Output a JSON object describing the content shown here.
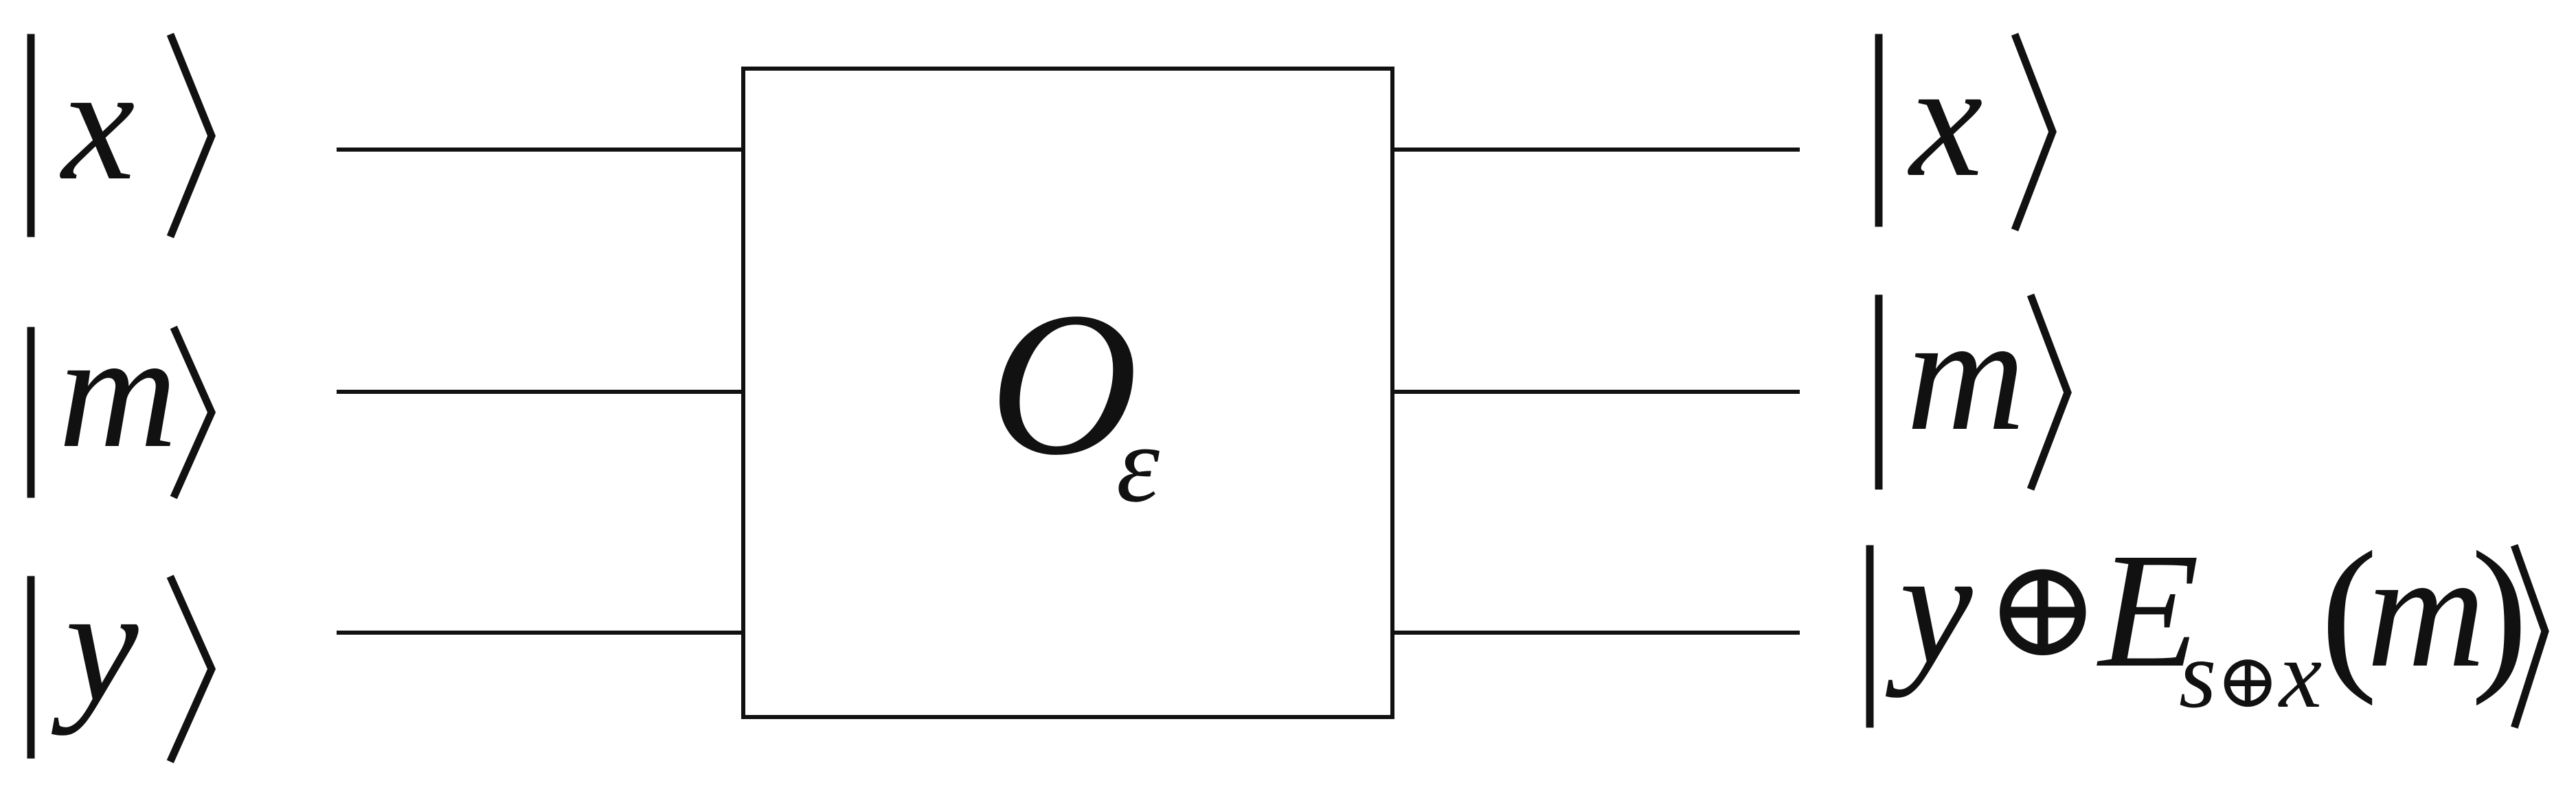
{
  "inputs": [
    {
      "symbol": "x"
    },
    {
      "symbol": "m"
    },
    {
      "symbol": "y"
    }
  ],
  "outputs": [
    {
      "symbol": "x"
    },
    {
      "symbol": "m"
    },
    {
      "y": "y",
      "oplus": "⊕",
      "E": "E",
      "sub_s": "s",
      "sub_oplus": "⊕",
      "sub_x": "x",
      "open_paren": "(",
      "m": "m",
      "close_paren": ")"
    }
  ],
  "gate": {
    "main": "O",
    "sub": "ε"
  }
}
